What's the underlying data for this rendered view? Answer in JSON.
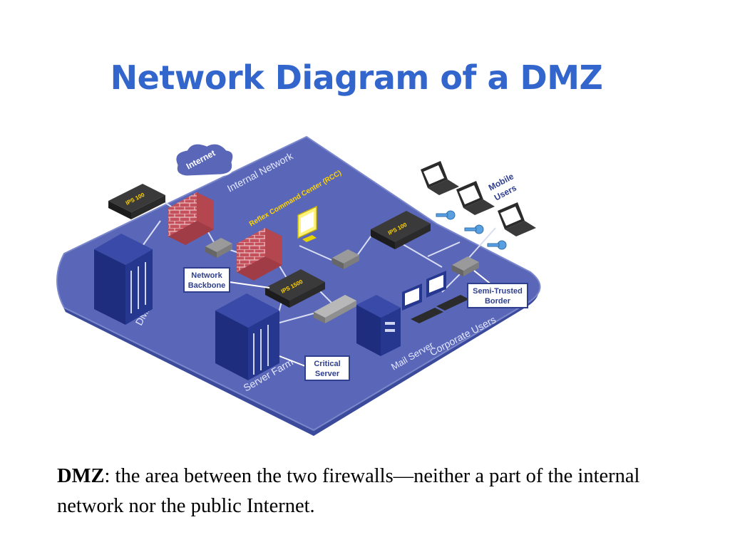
{
  "slide": {
    "title": "Network Diagram of a DMZ"
  },
  "diagram": {
    "cloud_label": "Internet",
    "region_labels": {
      "internal_network": "Internal Network",
      "dmz": "DMZ",
      "server_farm": "Server Farm",
      "mail_server": "Mail Server",
      "corporate_users": "Corporate Users"
    },
    "rcc_label": "Reflex Command Center (RCC)",
    "mobile_users_label": "Mobile Users",
    "device_labels": {
      "ips_top": "IPS 100",
      "ips_right": "IPS 100",
      "ips_center": "IPS 1500"
    },
    "callouts": {
      "network_backbone": [
        "Network",
        "Backbone"
      ],
      "semi_trusted_border": [
        "Semi-Trusted",
        "Border"
      ],
      "critical_server": [
        "Critical",
        "Server"
      ]
    },
    "colors": {
      "platform": "#5a67b8",
      "platform_edge": "#3b4a9a",
      "server": "#26378f",
      "firewall": "#c4505b",
      "callout_border": "#2f3f8f",
      "rcc_label": "#ffd400"
    }
  },
  "caption": {
    "term": "DMZ",
    "separator": ":  ",
    "definition": "the area between the two firewalls—neither a part of the internal network nor the public Internet."
  }
}
